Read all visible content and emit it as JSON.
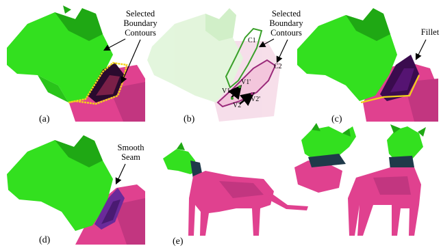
{
  "panels": {
    "a": {
      "label": "(a)",
      "caption_lines": [
        "Selected",
        "Boundary",
        "Contours"
      ]
    },
    "b": {
      "label": "(b)",
      "caption_lines": [
        "Selected",
        "Boundary",
        "Contours"
      ],
      "contour_labels": [
        "C1",
        "C2"
      ],
      "vertex_labels": [
        "V1",
        "V1'",
        "V2",
        "V2'"
      ]
    },
    "c": {
      "label": "(c)",
      "caption": "Fillet"
    },
    "d": {
      "label": "(d)",
      "caption_lines": [
        "Smooth",
        "Seam"
      ]
    },
    "e": {
      "label": "(e)"
    }
  },
  "colors": {
    "head_green": "#33e01f",
    "head_green_dark": "#1fa814",
    "body_pink": "#e0418f",
    "body_pink_dark": "#b22a6d",
    "fillet_purple": "#3a0b4e",
    "seam_purple": "#6a2a9a",
    "contour_yellow": "#f2d21a",
    "contour_green": "#3aa02a",
    "contour_purple": "#9a2a7a"
  }
}
